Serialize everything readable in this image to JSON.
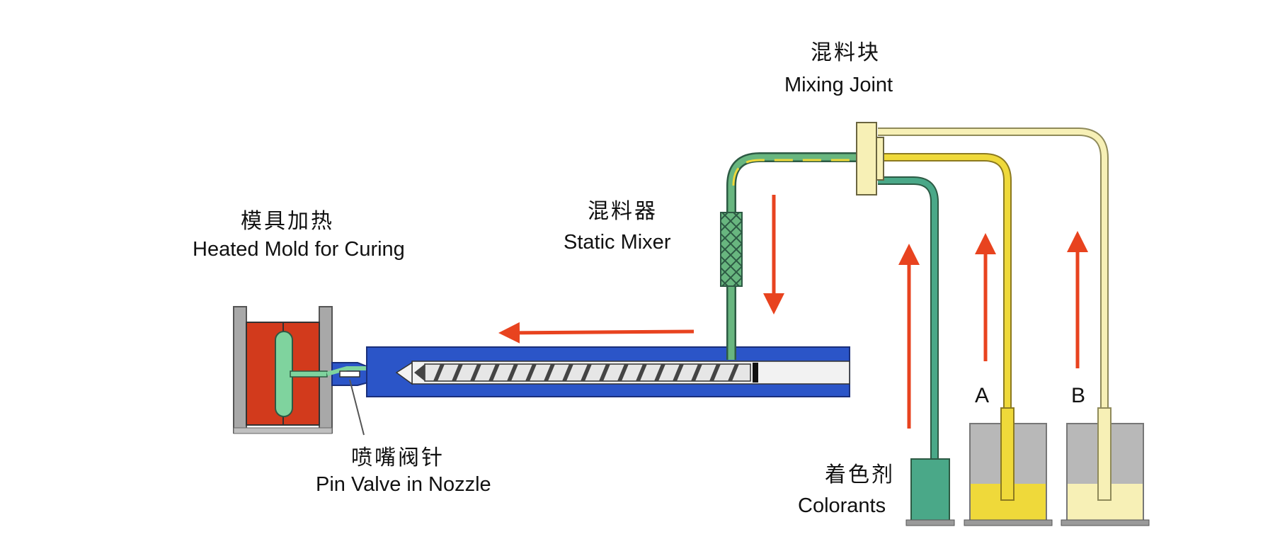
{
  "labels": {
    "mixing_joint_zh": "混料块",
    "mixing_joint_en": "Mixing Joint",
    "static_mixer_zh": "混料器",
    "static_mixer_en": "Static Mixer",
    "heated_mold_zh": "模具加热",
    "heated_mold_en": "Heated Mold for Curing",
    "pin_valve_zh": "喷嘴阀针",
    "pin_valve_en": "Pin Valve in Nozzle",
    "colorants_zh": "着色剂",
    "colorants_en": "Colorants",
    "tank_a": "A",
    "tank_b": "B"
  },
  "colors": {
    "mold_red": "#d23a1c",
    "barrel_blue": "#2b55c8",
    "colorant_green": "#4aa888",
    "component_a_yellow": "#efd93a",
    "component_b_cream": "#f7f0b6",
    "flow_arrow": "#e8431f",
    "frame_gray": "#9a9a9a"
  },
  "icons": [
    "flow-arrow",
    "screw",
    "static-mixer-element",
    "mixing-joint-block",
    "storage-tank",
    "mold-cavity"
  ]
}
